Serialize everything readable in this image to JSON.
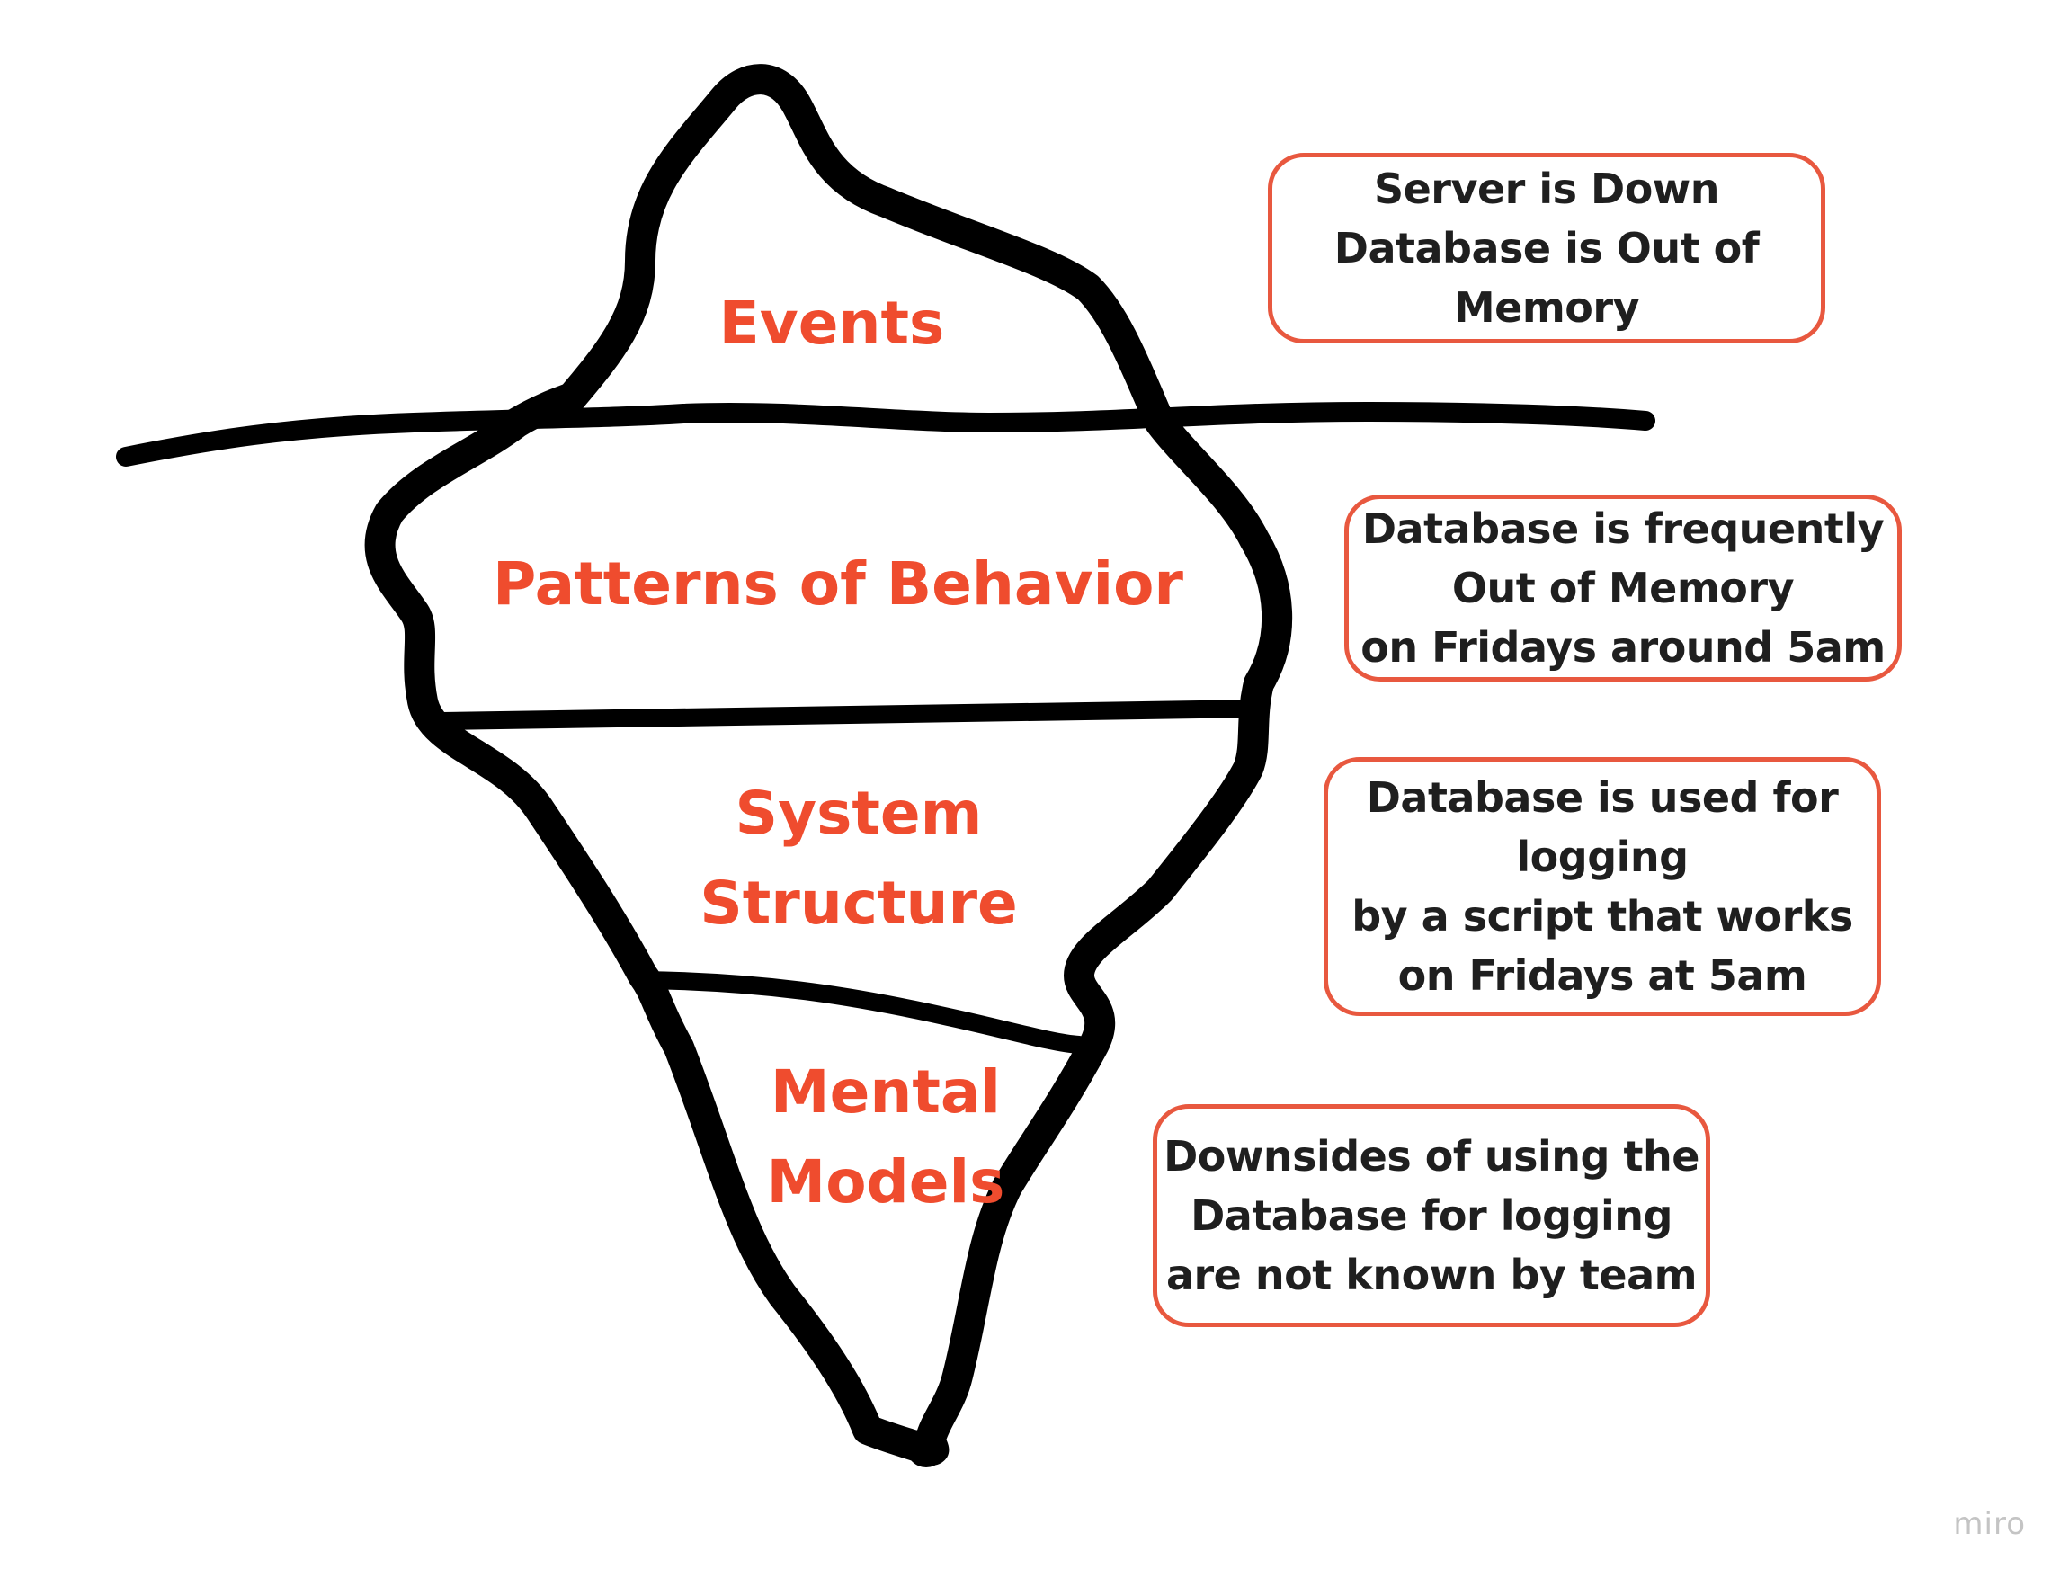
{
  "layers": {
    "events": [
      "Events"
    ],
    "patterns": [
      "Patterns of Behavior"
    ],
    "structure": [
      "System",
      "Structure"
    ],
    "mental_models": [
      "Mental",
      "Models"
    ]
  },
  "notes": {
    "events": [
      "Server is Down",
      "Database is Out of",
      "Memory"
    ],
    "patterns": [
      "Database is frequently",
      "Out of Memory",
      "on Fridays around 5am"
    ],
    "structure": [
      "Database is used for",
      "logging",
      "by a script that works",
      "on Fridays at 5am"
    ],
    "mental_models": [
      "Downsides of using the",
      "Database for logging",
      "are not known by team"
    ]
  },
  "watermark": "miro",
  "colors": {
    "layer_label": "#EF4C2E",
    "note_border": "#E8583F",
    "note_text": "#1f1f1f",
    "outline": "#000000",
    "watermark": "#c4c4c4"
  },
  "icons": {
    "iceberg": "iceberg-outline-drawing",
    "waterline": "waterline-stroke"
  }
}
